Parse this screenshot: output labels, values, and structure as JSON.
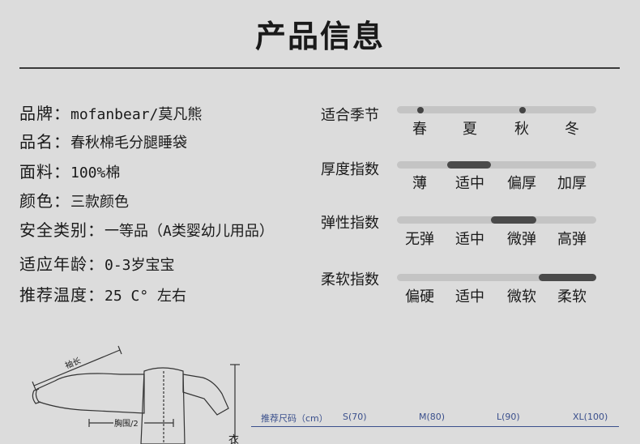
{
  "title": "产品信息",
  "info": [
    {
      "label": "品牌：",
      "value": "mofanbear/莫凡熊"
    },
    {
      "label": "品名：",
      "value": "春秋棉毛分腿睡袋"
    },
    {
      "label": "面料：",
      "value": "100%棉"
    },
    {
      "label": "颜色：",
      "value": "三款颜色"
    },
    {
      "label": "安全类别：",
      "value": "一等品（A类婴幼儿用品）"
    },
    {
      "label": "适应年龄：",
      "value": "0-3岁宝宝"
    },
    {
      "label": "推荐温度：",
      "value": "25 C° 左右"
    }
  ],
  "scales": [
    {
      "label": "适合季节",
      "ticks": [
        "春",
        "夏",
        "秋",
        "冬"
      ],
      "selected": [
        0,
        2
      ]
    },
    {
      "label": "厚度指数",
      "ticks": [
        "薄",
        "适中",
        "偏厚",
        "加厚"
      ],
      "level_range": [
        0.25,
        0.47
      ]
    },
    {
      "label": "弹性指数",
      "ticks": [
        "无弹",
        "适中",
        "微弹",
        "高弹"
      ],
      "level_range": [
        0.47,
        0.7
      ]
    },
    {
      "label": "柔软指数",
      "ticks": [
        "偏硬",
        "适中",
        "微软",
        "柔软"
      ],
      "level_range": [
        0.71,
        1.0
      ]
    }
  ],
  "diagram": {
    "sleeve_label": "袖长",
    "chest_label": "胸围/2",
    "length_label": "衣"
  },
  "size_table": {
    "header": "推荐尺码（cm）",
    "sizes": [
      "S(70)",
      "M(80)",
      "L(90)",
      "XL(100)"
    ]
  },
  "colors": {
    "background": "#dcdcdc",
    "track": "#c4c4c4",
    "fill": "#4a4a4a",
    "size_text": "#3a4f8c"
  }
}
